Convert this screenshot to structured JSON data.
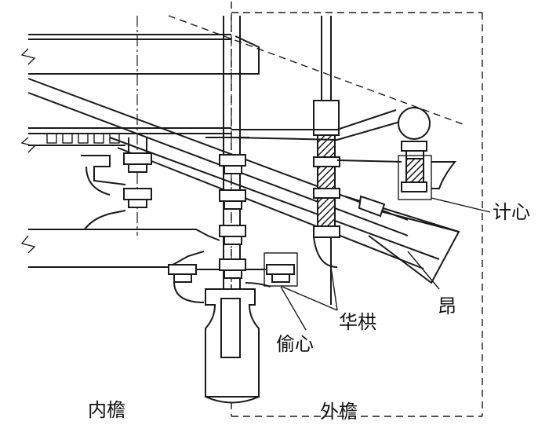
{
  "labels": {
    "jixin": "计心",
    "ang": "昂",
    "huagong": "华栱",
    "touxin": "偷心",
    "neiyan": "内檐",
    "waiyan": "外檐"
  },
  "colors": {
    "ink": "#1a1a1a",
    "hatch": "#1a1a1a",
    "background": "#ffffff"
  }
}
